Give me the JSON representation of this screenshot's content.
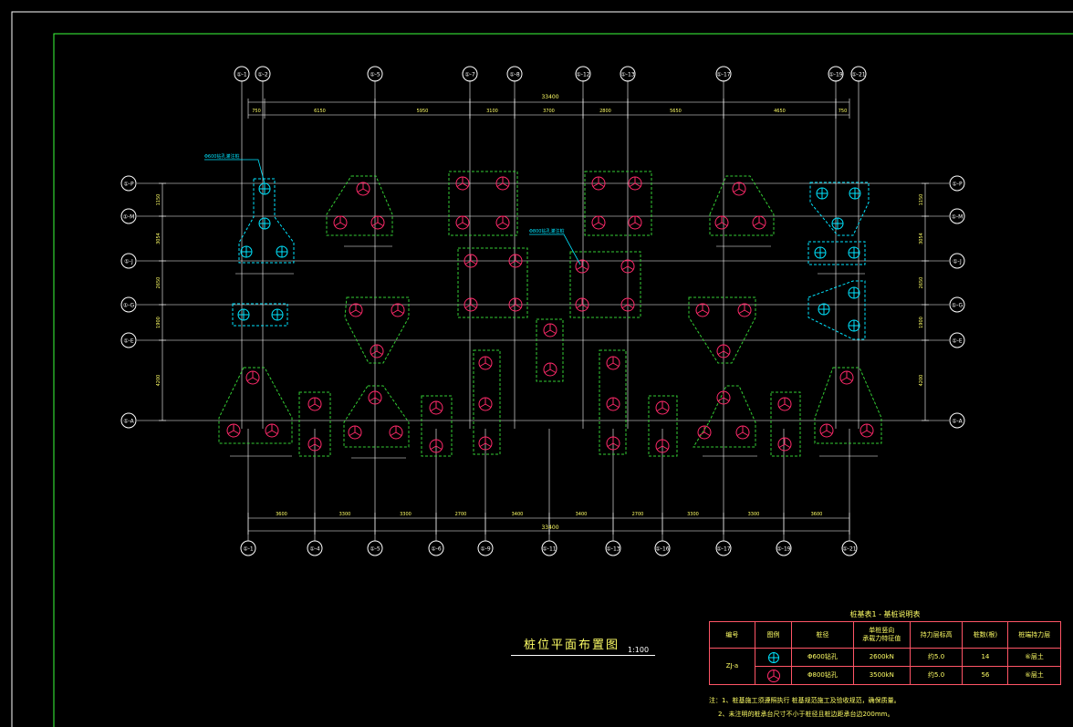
{
  "drawing": {
    "title": "桩位平面布置图",
    "scale": "1:100",
    "colors": {
      "background": "#000000",
      "frame": "#3cff3c",
      "axis_line": "#ffffff",
      "pile_small": "#00e5ff",
      "pile_large": "#ff2a6a",
      "cap_outline": "#33cc33",
      "dimension": "#ffff66",
      "leader": "#00e5ff",
      "table_border": "#ff5566"
    },
    "axis_top": [
      "①-1",
      "①-2",
      "①-5",
      "①-7",
      "①-8",
      "①-12",
      "①-13",
      "①-17",
      "①-19",
      "①-21"
    ],
    "axis_bottom": [
      "①-1",
      "①-4",
      "①-5",
      "①-6",
      "①-9",
      "①-11",
      "①-13",
      "①-16",
      "①-17",
      "①-19",
      "①-21"
    ],
    "axis_left": [
      "①-P",
      "①-M",
      "①-J",
      "①-G",
      "①-E",
      "①-A"
    ],
    "axis_right": [
      "①-P",
      "①-M",
      "①-J",
      "①-G",
      "①-E",
      "①-A"
    ],
    "top_total": "33400",
    "top_dims": [
      "750",
      "6150",
      "5950",
      "3100",
      "3700",
      "2800",
      "5650",
      "4650",
      "750"
    ],
    "bottom_total": "33400",
    "bottom_dims": [
      "3600",
      "3300",
      "3300",
      "2700",
      "3400",
      "3400",
      "2700",
      "3300",
      "3300",
      "3600"
    ],
    "left_dims": [
      "1150",
      "3054",
      "2650",
      "1900",
      "4200"
    ],
    "right_dims": [
      "1150",
      "3054",
      "2650",
      "1900",
      "4200"
    ],
    "callout_1": "Φ600钻孔灌注桩",
    "callout_2": "Φ800钻孔灌注桩"
  },
  "legend": {
    "caption": "桩基表1 - 基桩说明表",
    "headers": [
      "编号",
      "图例",
      "桩径",
      "单桩竖向\n承载力特征值",
      "持力层标高",
      "桩数(根)",
      "桩端持力层"
    ],
    "rows": [
      {
        "type": "small",
        "diameter": "Φ600钻孔",
        "capacity": "2600kN",
        "bearing": "约5.0",
        "count": "14",
        "layer": "⑥层土"
      },
      {
        "type": "large",
        "diameter": "Φ800钻孔",
        "capacity": "3500kN",
        "bearing": "约5.0",
        "count": "56",
        "layer": "⑥层土"
      }
    ],
    "code": "ZJ-a"
  },
  "notes": [
    "注：1、桩基施工须遵照执行 桩基规范施工及验收规范，确保质量。",
    "2、未注明的桩承台尺寸不小于桩径且桩边距承台边200mm。"
  ]
}
